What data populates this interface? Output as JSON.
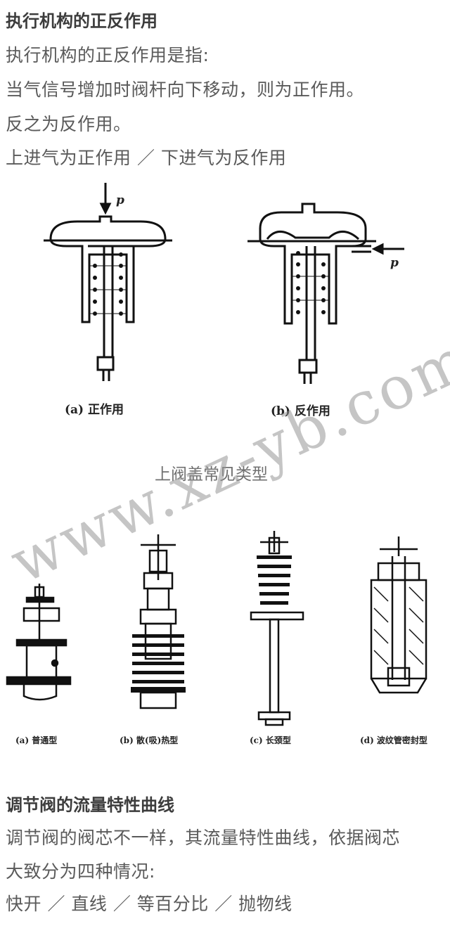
{
  "section1": {
    "title": "执行机构的正反作用",
    "lines": [
      "执行机构的正反作用是指:",
      "当气信号增加时阀杆向下移动，则为正作用。",
      "反之为反作用。",
      "上进气为正作用 ／ 下进气为反作用"
    ]
  },
  "figure1": {
    "p_label": "p",
    "caption_a": "(a) 正作用",
    "caption_b": "(b) 反作用"
  },
  "figure2": {
    "title": "上阀盖常见类型",
    "captions": [
      "(a) 普通型",
      "(b) 散(吸)热型",
      "(c) 长颈型",
      "(d) 波纹管密封型"
    ]
  },
  "watermark": "www.xz-yb.com",
  "section2": {
    "title": "调节阀的流量特性曲线",
    "lines": [
      "调节阀的阀芯不一样，其流量特性曲线，依据阀芯",
      "大致分为四种情况:",
      "快开 ／ 直线 ／ 等百分比 ／ 抛物线"
    ]
  }
}
